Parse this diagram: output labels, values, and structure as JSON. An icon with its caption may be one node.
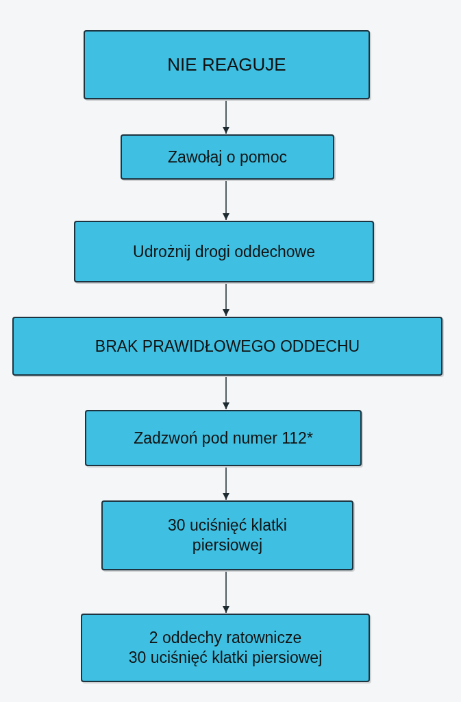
{
  "diagram": {
    "nodes": [
      {
        "text": [
          "NIE REAGUJE"
        ]
      },
      {
        "text": [
          "Zawołaj o pomoc"
        ]
      },
      {
        "text": [
          "Udrożnij drogi oddechowe"
        ]
      },
      {
        "text": [
          "BRAK PRAWIDŁOWEGO ODDECHU"
        ]
      },
      {
        "text": [
          "Zadzwoń pod numer 112*"
        ]
      },
      {
        "text": [
          "30 uciśnięć klatki piersiowej"
        ]
      },
      {
        "text": [
          "2 oddechy ratownicze",
          "30 uciśnięć klatki piersiowej"
        ]
      }
    ],
    "edges": [
      {
        "from": 0,
        "to": 1,
        "arrow": "to"
      },
      {
        "from": 1,
        "to": 2,
        "arrow": "to"
      },
      {
        "from": 2,
        "to": 3,
        "arrow": "to"
      },
      {
        "from": 3,
        "to": 4,
        "arrow": "to"
      },
      {
        "from": 4,
        "to": 5,
        "arrow": "to"
      },
      {
        "from": 5,
        "to": 6,
        "arrow": "to"
      }
    ]
  }
}
